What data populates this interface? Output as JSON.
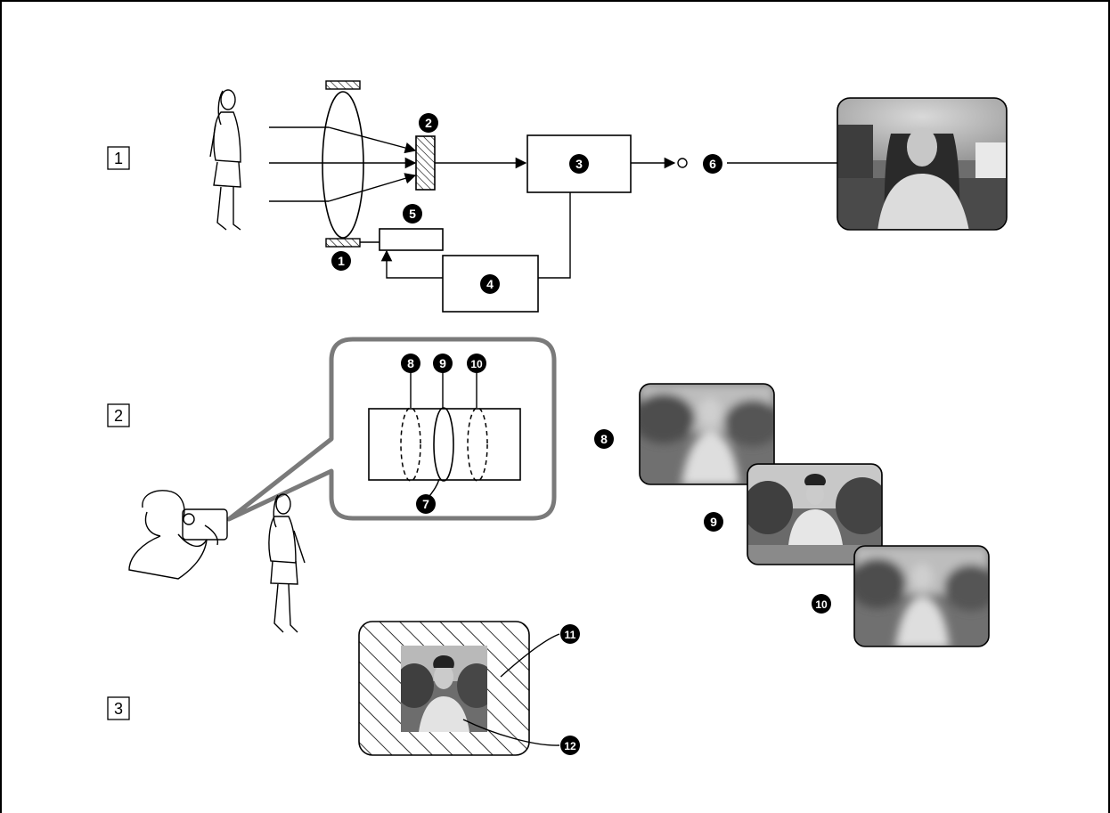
{
  "sections": [
    {
      "id": "1",
      "label": "1"
    },
    {
      "id": "2",
      "label": "2"
    },
    {
      "id": "3",
      "label": "3"
    }
  ],
  "callouts": {
    "n1": "1",
    "n2": "2",
    "n3": "3",
    "n4": "4",
    "n5": "5",
    "n6": "6",
    "n7": "7",
    "n8": "8",
    "n9": "9",
    "n10": "10",
    "n11": "11",
    "n12": "12"
  },
  "colors": {
    "line": "#000000",
    "badge": "#000000",
    "photo_bg": "#6d6d6d",
    "callout_box_border": "#7a7a7a"
  },
  "photos": {
    "monitor": "in-focus-portrait-photo",
    "near_focus": "blurred-portrait-photo",
    "on_focus": "sharp-portrait-photo",
    "far_focus": "blurred-portrait-photo",
    "frame_center": "portrait-photo"
  }
}
